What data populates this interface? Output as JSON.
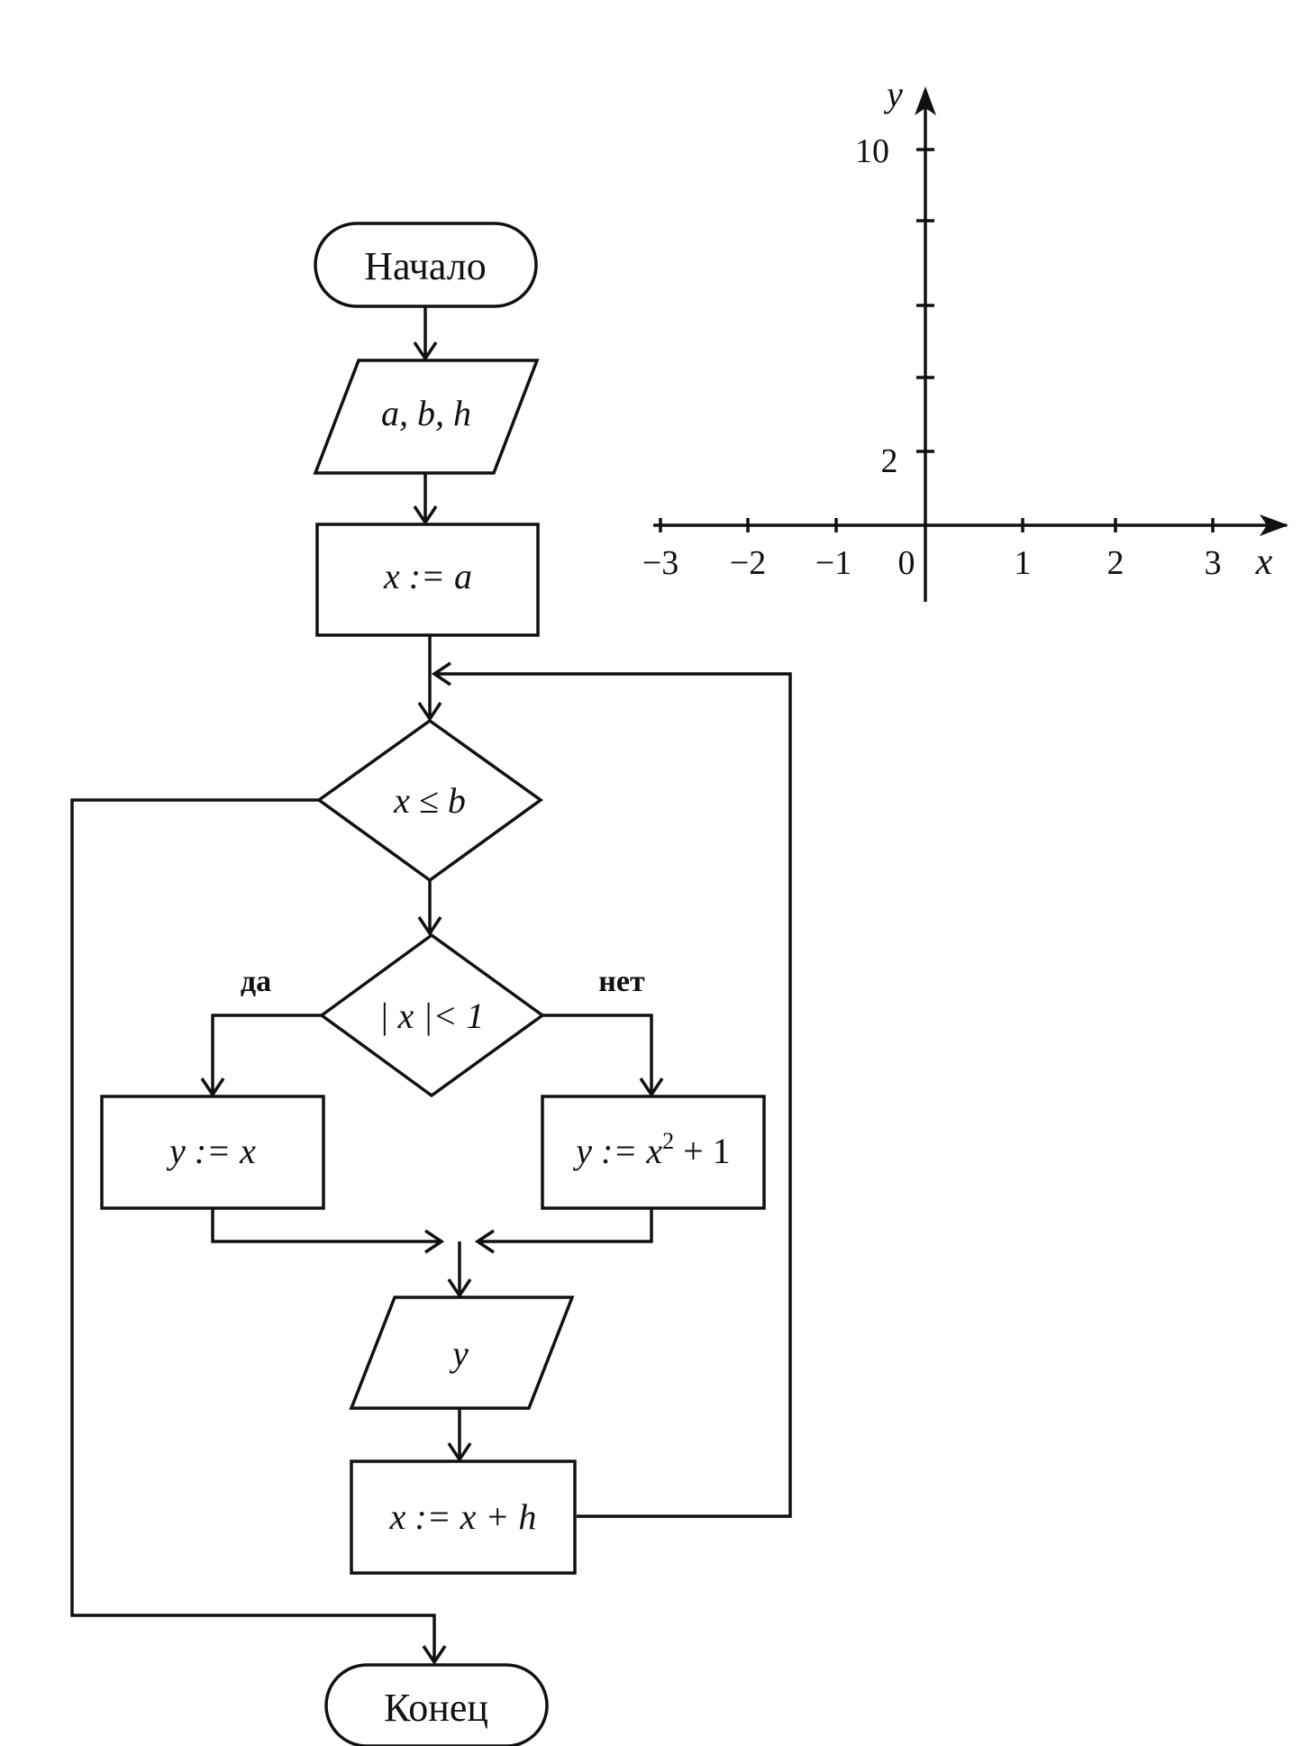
{
  "flowchart": {
    "start": "Начало",
    "input": "a, b, h",
    "init": "x := a",
    "loop_condition": "x ≤ b",
    "branch_condition": "| x |< 1",
    "yes_label": "да",
    "no_label": "нет",
    "yes_action": "y := x",
    "no_action_prefix": "y := x",
    "no_action_exponent": "2",
    "no_action_suffix": " + 1",
    "output": "y",
    "increment": "x := x + h",
    "end": "Конец"
  },
  "axes": {
    "x_label": "x",
    "y_label": "y",
    "origin_label": "0",
    "x_ticks": [
      "−3",
      "−2",
      "−1",
      "1",
      "2",
      "3"
    ],
    "y_ticks": [
      "2",
      "10"
    ]
  }
}
